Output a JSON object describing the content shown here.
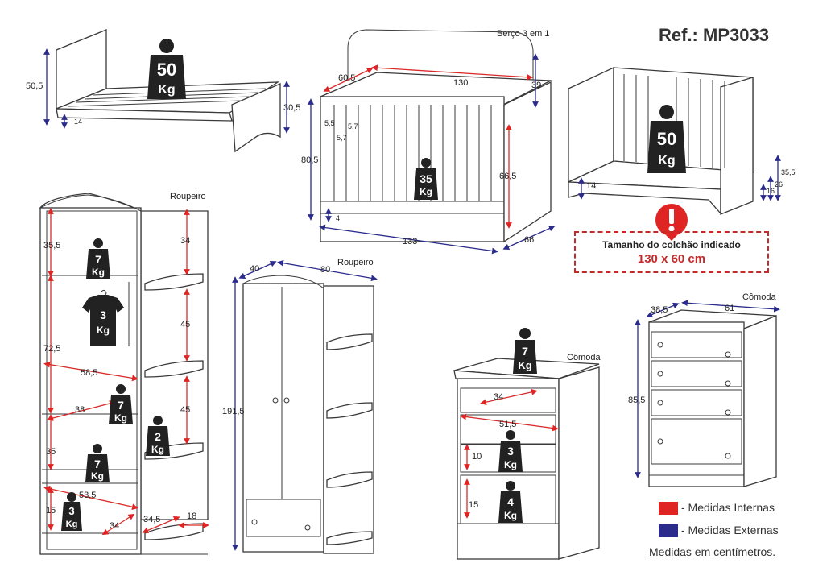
{
  "reference": "Ref.: MP3033",
  "notice": {
    "title": "Tamanho do colchão indicado",
    "size": "130 x 60 cm"
  },
  "legend": [
    {
      "label": "- Medidas Internas",
      "color": "#e02424"
    },
    {
      "label": "- Medidas Externas",
      "color": "#2b2b8c"
    }
  ],
  "units_note": "Medidas em centímetros.",
  "colors": {
    "internal": "#e02424",
    "external": "#2b2b8c",
    "weight": "#222222",
    "line": "#3a3a3a"
  },
  "icons": {
    "weight": "weight-icon",
    "hanger": "shirt-hanger-icon",
    "warning": "warning-icon"
  },
  "titles": {
    "crib": "Berço 3 em 1",
    "wardrobe_open": "Roupeiro",
    "wardrobe_closed": "Roupeiro",
    "dresser_open": "Cômoda",
    "dresser_closed": "Cômoda"
  },
  "weights": {
    "bed": {
      "num": "50",
      "unit": "Kg"
    },
    "crib": {
      "num": "35",
      "unit": "Kg"
    },
    "crib_low": {
      "num": "50",
      "unit": "Kg"
    },
    "w_shelf_top": {
      "num": "7",
      "unit": "Kg"
    },
    "w_hanger": {
      "num": "3",
      "unit": "Kg"
    },
    "w_shelf_mid": {
      "num": "7",
      "unit": "Kg"
    },
    "w_side": {
      "num": "2",
      "unit": "Kg"
    },
    "w_shelf_low": {
      "num": "7",
      "unit": "Kg"
    },
    "w_drawer": {
      "num": "3",
      "unit": "Kg"
    },
    "d_top": {
      "num": "7",
      "unit": "Kg"
    },
    "d_mid": {
      "num": "3",
      "unit": "Kg"
    },
    "d_low": {
      "num": "4",
      "unit": "Kg"
    }
  },
  "dims": {
    "bed_h": "50,5",
    "bed_foot": "30,5",
    "bed_base": "14",
    "crib_w": "130",
    "crib_d": "60,5",
    "crib_top": "39",
    "crib_h": "80,5",
    "crib_in_h": "66,5",
    "crib_slat_a": "5,5",
    "crib_slat_b": "5,7",
    "crib_slat_c": "5,7",
    "crib_base": "4",
    "crib_len": "133",
    "crib_depth": "66",
    "low_base": "14",
    "low_a": "35,5",
    "low_b": "26",
    "low_c": "16",
    "w_top": "35,5",
    "w_mid": "72,5",
    "w_inner_w": "58,5",
    "w_depth_in": "38",
    "w_low": "35",
    "w_drawer_w": "53,5",
    "w_drawer_h": "15",
    "w_drawer_d": "34",
    "w_side_top": "34",
    "w_side_a": "45",
    "w_side_b": "45",
    "w_side_d": "34,5",
    "w_side_w": "18",
    "wc_d": "40",
    "wc_w": "80",
    "wc_h": "191,5",
    "do_d": "34",
    "do_w": "51,5",
    "do_h1": "10",
    "do_h2": "15",
    "dc_d": "38,5",
    "dc_w": "61",
    "dc_h": "85,5"
  }
}
